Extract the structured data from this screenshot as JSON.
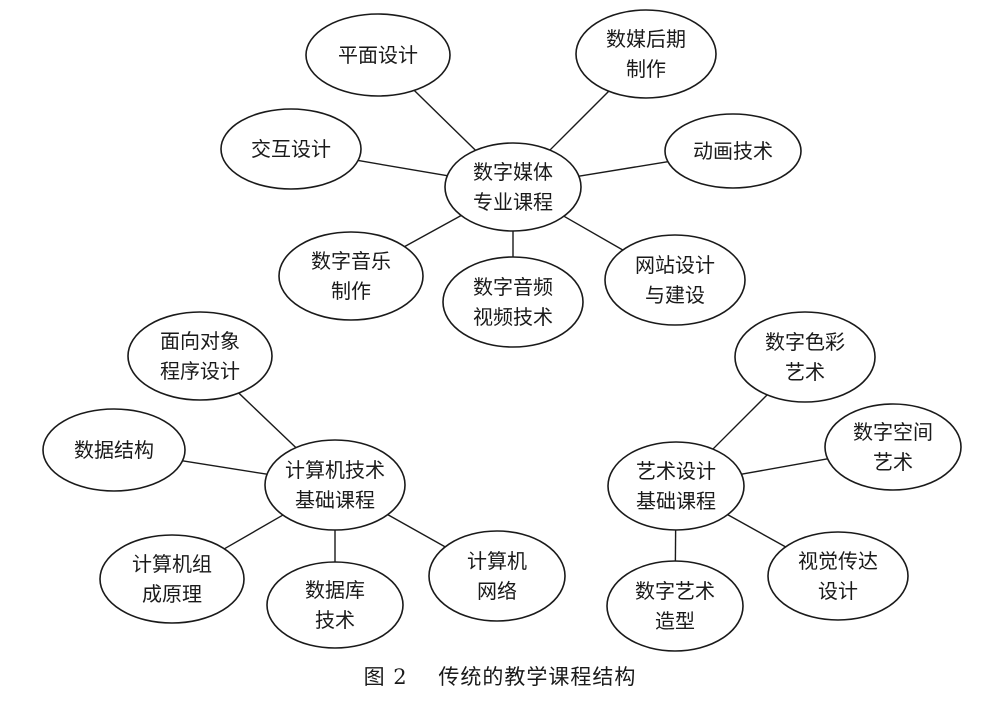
{
  "caption": {
    "figure_label": "图 2",
    "title": "传统的教学课程结构"
  },
  "clusters": [
    {
      "id": "digital-media",
      "center": {
        "id": "dm-center",
        "lines": [
          "数字媒体",
          "专业课程"
        ]
      },
      "nodes": [
        {
          "id": "pingmian",
          "lines": [
            "平面设计"
          ]
        },
        {
          "id": "shumei-houqi",
          "lines": [
            "数媒后期",
            "制作"
          ]
        },
        {
          "id": "jiaohu",
          "lines": [
            "交互设计"
          ]
        },
        {
          "id": "donghua",
          "lines": [
            "动画技术"
          ]
        },
        {
          "id": "yinyue",
          "lines": [
            "数字音乐",
            "制作"
          ]
        },
        {
          "id": "yinpin-shipin",
          "lines": [
            "数字音频",
            "视频技术"
          ]
        },
        {
          "id": "wangzhan",
          "lines": [
            "网站设计",
            "与建设"
          ]
        }
      ]
    },
    {
      "id": "computer-tech",
      "center": {
        "id": "ct-center",
        "lines": [
          "计算机技术",
          "基础课程"
        ]
      },
      "nodes": [
        {
          "id": "mianxiang",
          "lines": [
            "面向对象",
            "程序设计"
          ]
        },
        {
          "id": "shuju-jiegou",
          "lines": [
            "数据结构"
          ]
        },
        {
          "id": "zucheng",
          "lines": [
            "计算机组",
            "成原理"
          ]
        },
        {
          "id": "shujuku",
          "lines": [
            "数据库",
            "技术"
          ]
        },
        {
          "id": "wangluo",
          "lines": [
            "计算机",
            "网络"
          ]
        }
      ]
    },
    {
      "id": "art-design",
      "center": {
        "id": "ad-center",
        "lines": [
          "艺术设计",
          "基础课程"
        ]
      },
      "nodes": [
        {
          "id": "secai",
          "lines": [
            "数字色彩",
            "艺术"
          ]
        },
        {
          "id": "kongjian",
          "lines": [
            "数字空间",
            "艺术"
          ]
        },
        {
          "id": "zaoxing",
          "lines": [
            "数字艺术",
            "造型"
          ]
        },
        {
          "id": "shijue",
          "lines": [
            "视觉传达",
            "设计"
          ]
        }
      ]
    }
  ]
}
